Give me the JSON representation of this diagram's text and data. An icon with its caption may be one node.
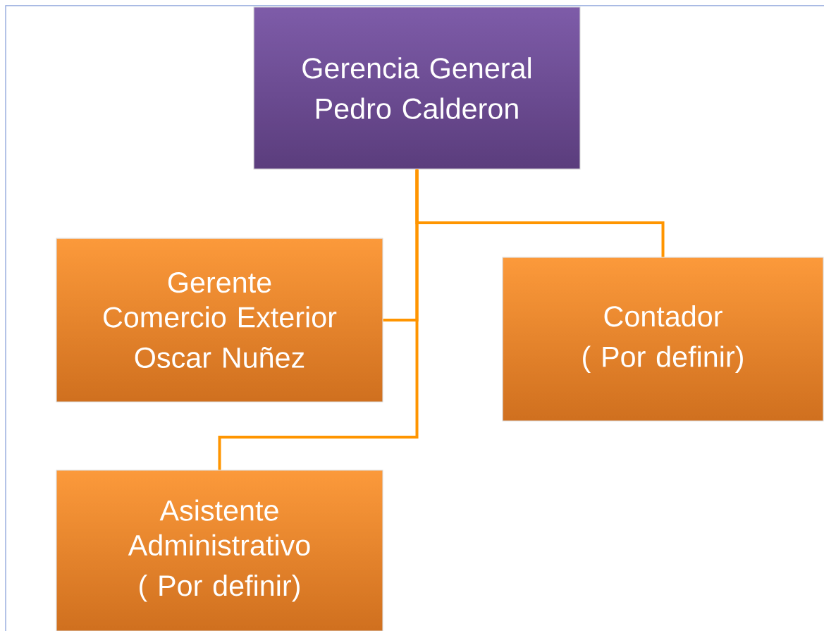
{
  "diagram": {
    "nodes": [
      {
        "text": [
          "Gerencia General",
          "Pedro Calderon"
        ]
      },
      {
        "text": [
          "Gerente Comercio Exterior",
          "Oscar Nuñez"
        ]
      },
      {
        "text": [
          "Contador",
          "( Por definir)"
        ]
      },
      {
        "text": [
          "Asistente Administrativo",
          "( Por definir)"
        ]
      }
    ],
    "edges": [
      {
        "from": 0,
        "to": 1,
        "arrow": "none"
      },
      {
        "from": 0,
        "to": 2,
        "arrow": "none"
      },
      {
        "from": 0,
        "to": 3,
        "arrow": "none"
      }
    ]
  }
}
